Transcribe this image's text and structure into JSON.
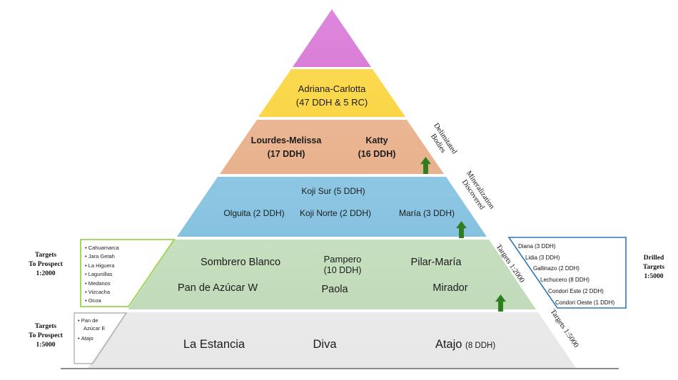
{
  "pyramid": {
    "tier_yellow": {
      "name": "Adriana-Carlotta",
      "sub": "(47 DDH & 5 RC)"
    },
    "tier_orange": {
      "lourdes": "Lourdes-Melissa",
      "lourdes_sub": "(17 DDH)",
      "katty": "Katty",
      "katty_sub": "(16 DDH)"
    },
    "tier_blue": {
      "koji_sur": "Koji Sur (5 DDH)",
      "olguita": "Olguita (2 DDH)",
      "koji_norte": "Koji Norte (2 DDH)",
      "maria": "María (3 DDH)"
    },
    "tier_green": {
      "sombrero": "Sombrero Blanco",
      "pampero": "Pampero",
      "pampero_sub": "(10 DDH)",
      "pilar": "Pilar-María",
      "pan_azucar_w": "Pan de Azúcar W",
      "paola": "Paola",
      "mirador": "Mirador"
    },
    "tier_gray": {
      "la_estancia": "La Estancia",
      "diva": "Diva",
      "atajo": "Atajo",
      "atajo_sub": "(8 DDH)"
    }
  },
  "stage_labels": {
    "delimitated": [
      "Delimitated",
      "Bodies"
    ],
    "mineralization": [
      "Mineralization",
      "Discovered"
    ],
    "targets_2000": "Targets 1:2000",
    "targets_5000": "Targets 1:5000"
  },
  "left_panel": {
    "prospect_2000_label": [
      "Targets",
      "To Prospect",
      "1:2000"
    ],
    "prospect_2000_items": [
      "Cahuamarca",
      "Jara Getah",
      "La Higuera",
      "Lagunillas",
      "Medanos",
      "Vizcacha",
      "Ocoa"
    ],
    "prospect_5000_label": [
      "Targets",
      "To Prospect",
      "1:5000"
    ],
    "prospect_5000_items": [
      "Pan de Azúcar E",
      "Atajo"
    ]
  },
  "right_panel": {
    "drilled_label": [
      "Drilled",
      "Targets",
      "1:5000"
    ],
    "drilled_items": [
      "Diana (3 DDH)",
      "Lidia (3 DDH)",
      "Gallinazo (2 DDH)",
      "Lechucero (8 DDH)",
      "Condori Este (2 DDH)",
      "Condori Oeste (1 DDH)"
    ]
  },
  "colors": {
    "tier-magenta": "#d25ad0",
    "tier-yellow": "#ffd21c",
    "tier-orange": "#edaa7e",
    "tier-blue": "#7ec5e8",
    "tier-green": "#cae7c2",
    "tier-gray": "#f0f0f0",
    "arrow-green": "#2e7d1f",
    "box-green-border": "#9bd24f",
    "box-blue-border": "#2e75b6",
    "box-gray-border": "#a6a6a6"
  }
}
